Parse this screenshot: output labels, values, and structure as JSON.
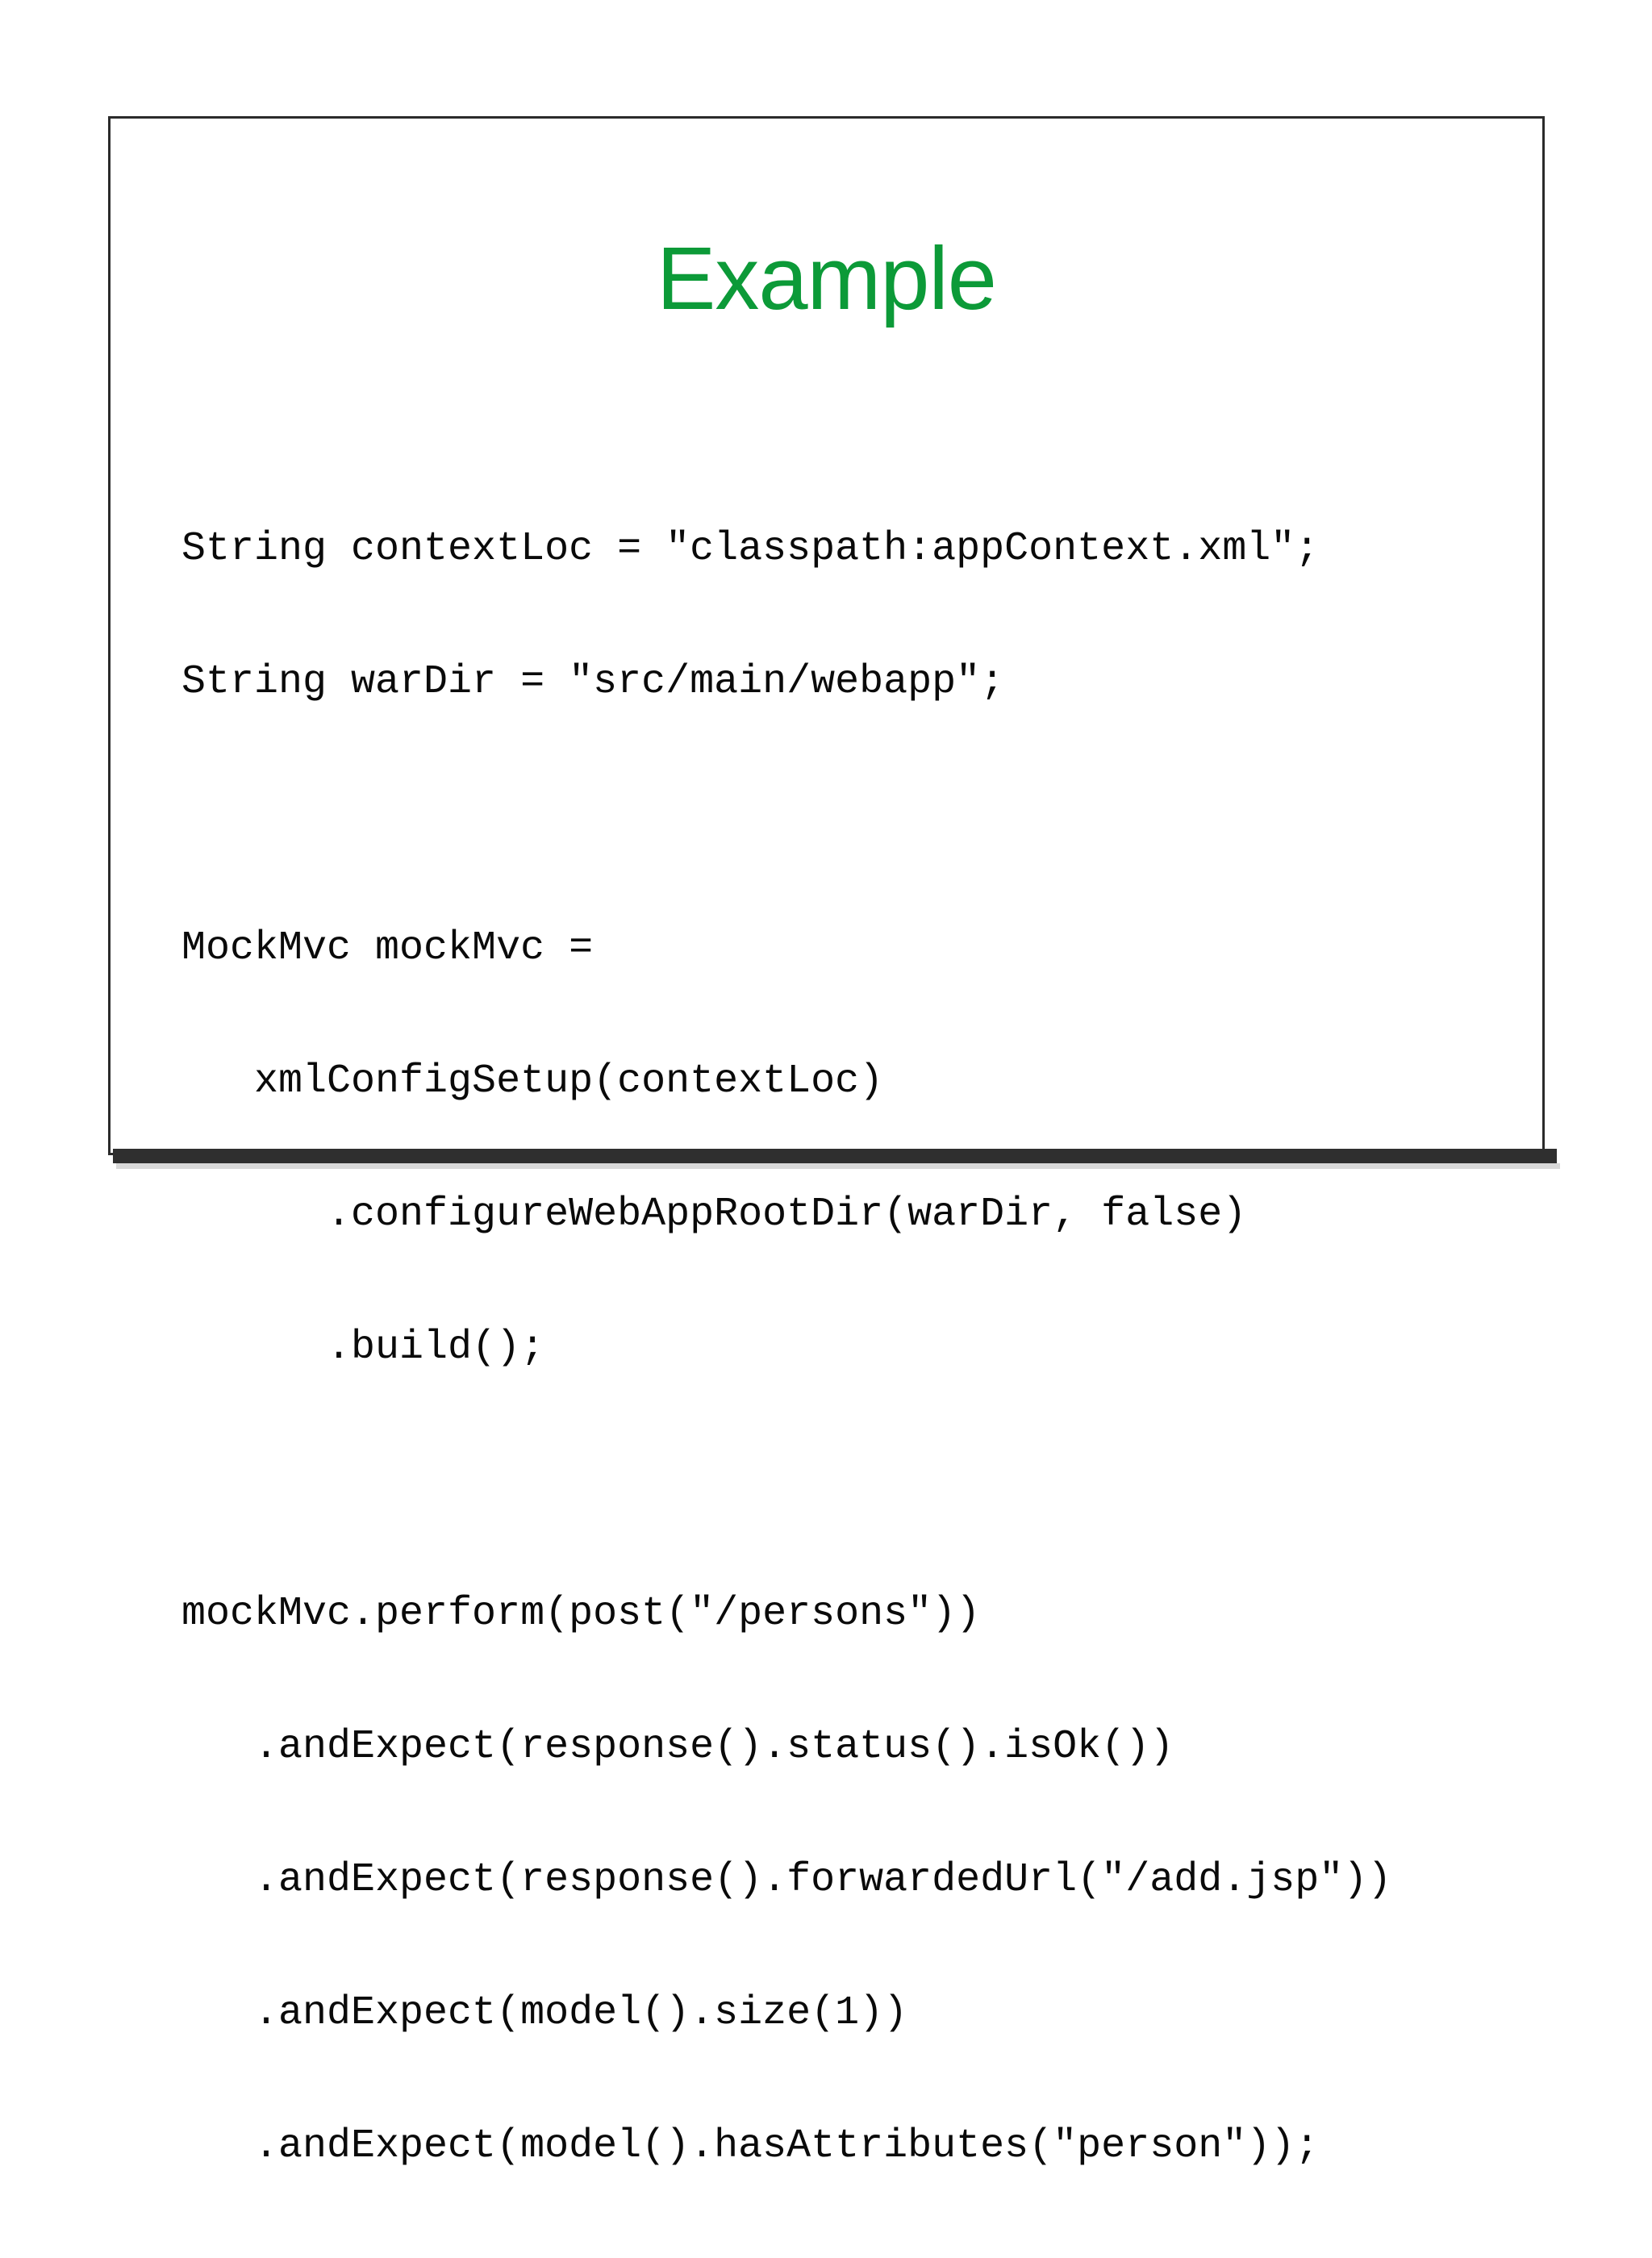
{
  "slide": {
    "title": "Example",
    "title_color": "#0c9a38",
    "background_color": "#ffffff",
    "border_color": "#2b2b2b",
    "bottom_bar_color": "#2f2f2f",
    "code_color": "#0a0a0a"
  },
  "code": {
    "language": "java",
    "lines": [
      "String contextLoc = \"classpath:appContext.xml\";",
      "String warDir = \"src/main/webapp\";",
      "",
      "MockMvc mockMvc =",
      "   xmlConfigSetup(contextLoc)",
      "      .configureWebAppRootDir(warDir, false)",
      "      .build();",
      "",
      "mockMvc.perform(post(\"/persons\"))",
      "   .andExpect(response().status().isOk())",
      "   .andExpect(response().forwardedUrl(\"/add.jsp\"))",
      "   .andExpect(model().size(1))",
      "   .andExpect(model().hasAttributes(\"person\"));"
    ]
  }
}
